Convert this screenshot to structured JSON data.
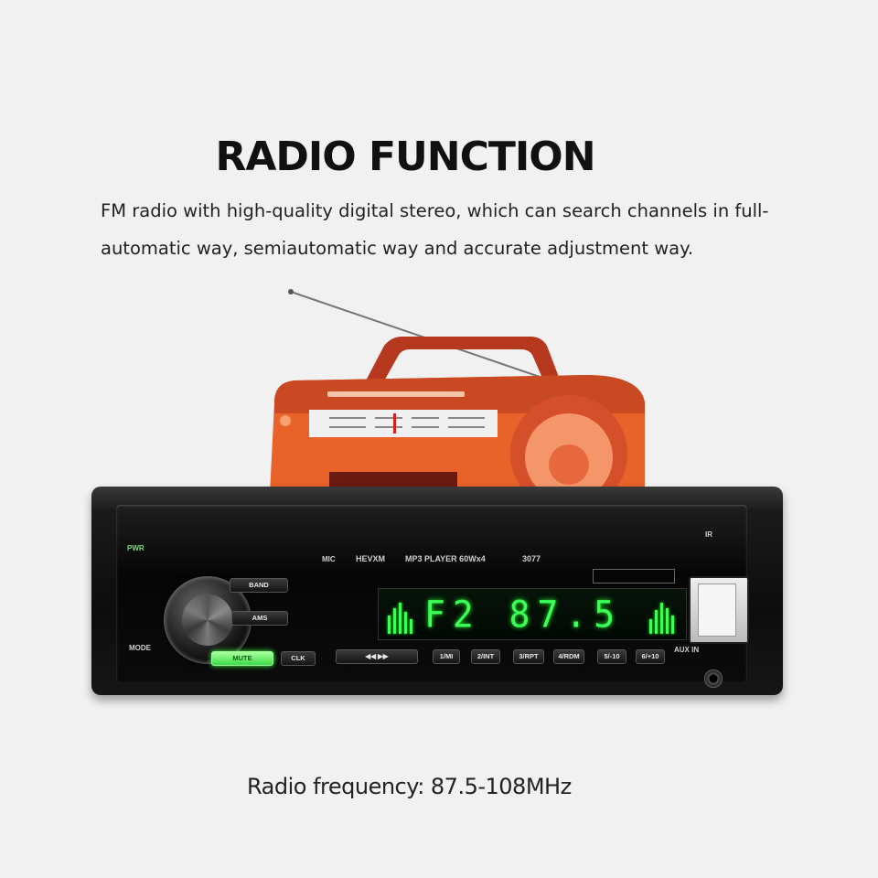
{
  "headline": "RADIO FUNCTION",
  "description": "FM radio with high-quality digital stereo, which can search channels in full-automatic way, semiautomatic way and accurate adjustment way.",
  "footer": "Radio frequency: 87.5-108MHz",
  "unit": {
    "labels": {
      "pwr": "PWR",
      "mode": "MODE",
      "mic": "MIC",
      "brand": "HEVXM",
      "model": "MP3 PLAYER 60Wx4",
      "number": "3077",
      "ir": "IR",
      "aux": "AUX IN"
    },
    "buttons": {
      "band": "BAND",
      "ams": "AMS",
      "mute": "MUTE",
      "clk": "CLK",
      "prev_next": "◀◀  ▶▶",
      "p1": "1/MI",
      "p2": "2/INT",
      "p3": "3/RPT",
      "p4": "4/RDM",
      "p5": "5/-10",
      "p6": "6/+10"
    },
    "display": "F2 87.5"
  },
  "colors": {
    "lcd_green": "#3dff5a",
    "boombox_orange": "#e8622a",
    "boombox_red": "#a52a1a"
  }
}
